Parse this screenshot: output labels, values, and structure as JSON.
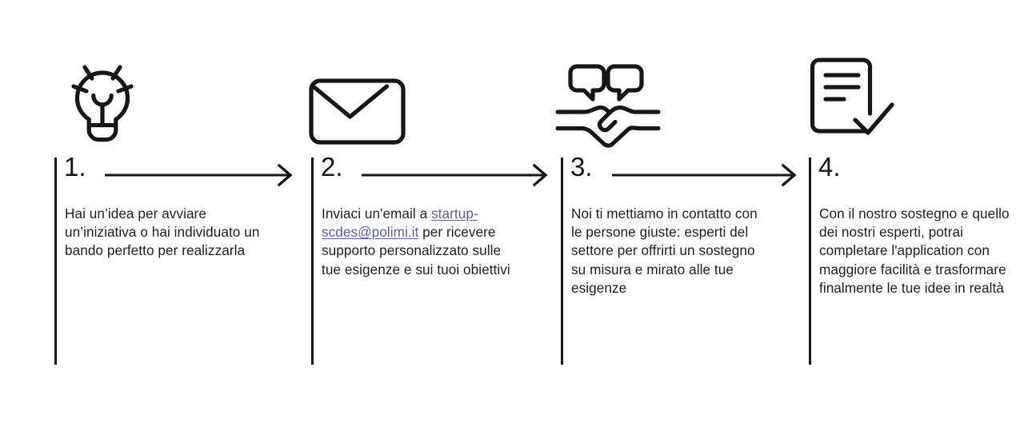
{
  "page": {
    "background_color": "#ffffff",
    "text_color": "#1d1f22",
    "link_color": "#5a5fa6"
  },
  "steps": [
    {
      "number": "1.",
      "icon": "lightbulb-icon",
      "body": "Hai un’idea per avviare un’iniziativa o hai individuato un bando perfetto per realizzarla"
    },
    {
      "number": "2.",
      "icon": "envelope-icon",
      "body_before_link": "Inviaci un'email a ",
      "link_text": "startup-scdes@polimi.it",
      "body_after_link": " per ricevere supporto personalizzato sulle tue esigenze e sui tuoi obiettivi"
    },
    {
      "number": "3.",
      "icon": "handshake-speech-bubbles-icon",
      "body": "Noi ti mettiamo in contatto con le persone giuste: esperti del settore per offrirti un sostegno su misura e mirato alle tue esigenze"
    },
    {
      "number": "4.",
      "icon": "document-check-icon",
      "body": "Con il nostro sostegno e quello dei nostri esperti, potrai completare l'application con maggiore facilità e trasformare finalmente le tue idee in realtà"
    }
  ],
  "arrows": [
    {
      "name": "arrow-step1-to-step2"
    },
    {
      "name": "arrow-step2-to-step3"
    },
    {
      "name": "arrow-step3-to-step4"
    }
  ]
}
